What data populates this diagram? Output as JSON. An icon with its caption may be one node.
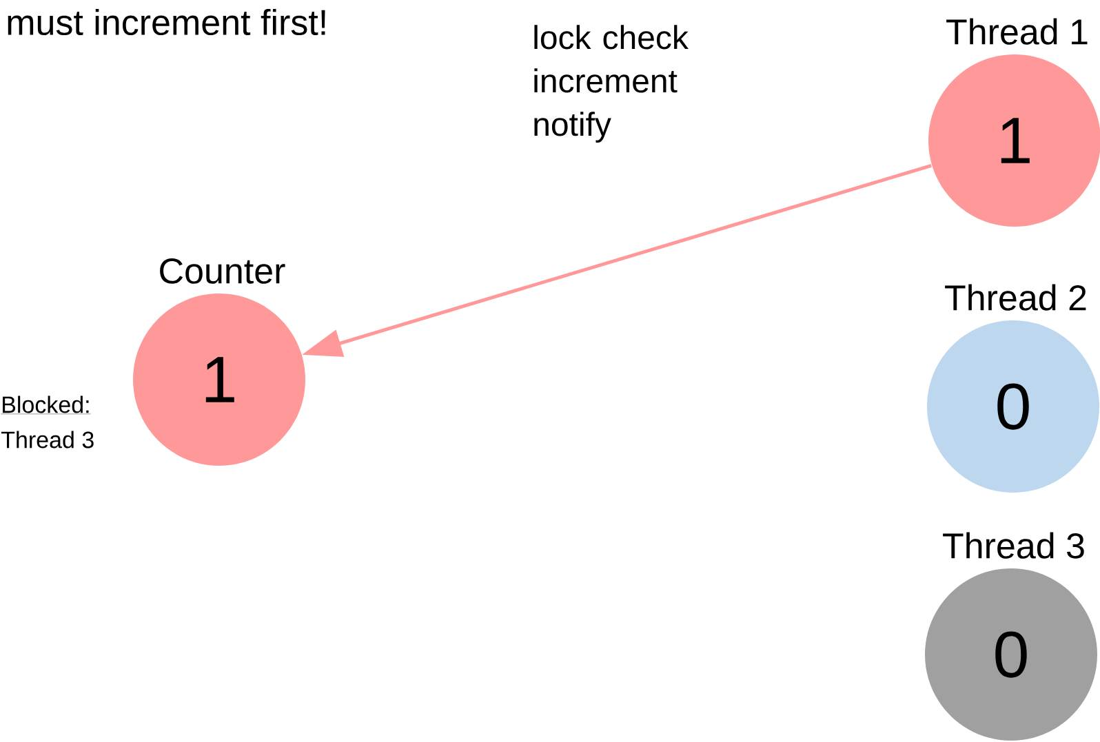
{
  "diagram": {
    "nodes": [
      {
        "text": [
          "Counter",
          "1"
        ],
        "beside": [
          "Blocked:",
          "Thread 3"
        ]
      },
      {
        "text": [
          "Thread 1",
          "1"
        ]
      },
      {
        "text": [
          "Thread 2",
          "0"
        ]
      },
      {
        "text": [
          "Thread 3",
          "0"
        ]
      }
    ],
    "edges": [
      {
        "from": 1,
        "to": 0,
        "arrow": "to"
      }
    ],
    "labels": [
      "must increment first!",
      "lock check increment notify"
    ]
  }
}
